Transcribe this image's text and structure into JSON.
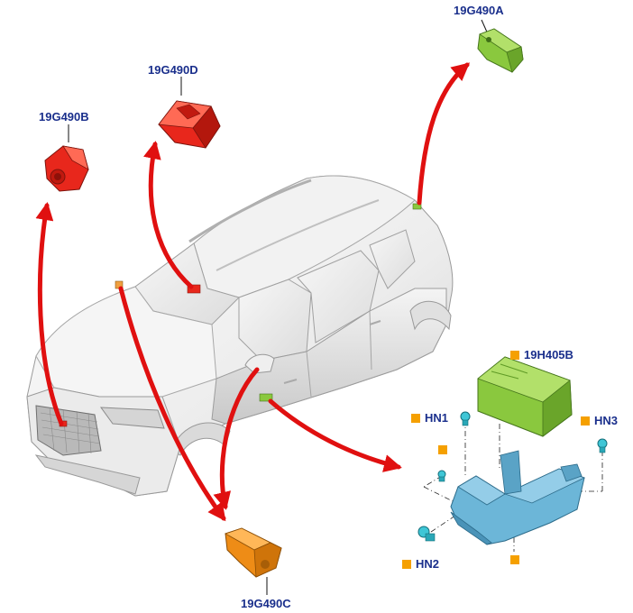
{
  "labels": {
    "module_a": "19G490A",
    "module_b": "19G490B",
    "module_c": "19G490C",
    "module_d": "19G490D",
    "module_main": "19H405B",
    "hn1": "HN1",
    "hn2": "HN2",
    "hn3": "HN3"
  },
  "colors": {
    "callout_text": "#1a2f8c",
    "arrow": "#e01010",
    "module_red": "#e8271c",
    "module_green": "#8ac83e",
    "module_orange": "#ee8c16",
    "bracket_blue": "#6cb6d8",
    "fastener_cyan": "#3fc6d6",
    "marker": "#f5a000"
  }
}
